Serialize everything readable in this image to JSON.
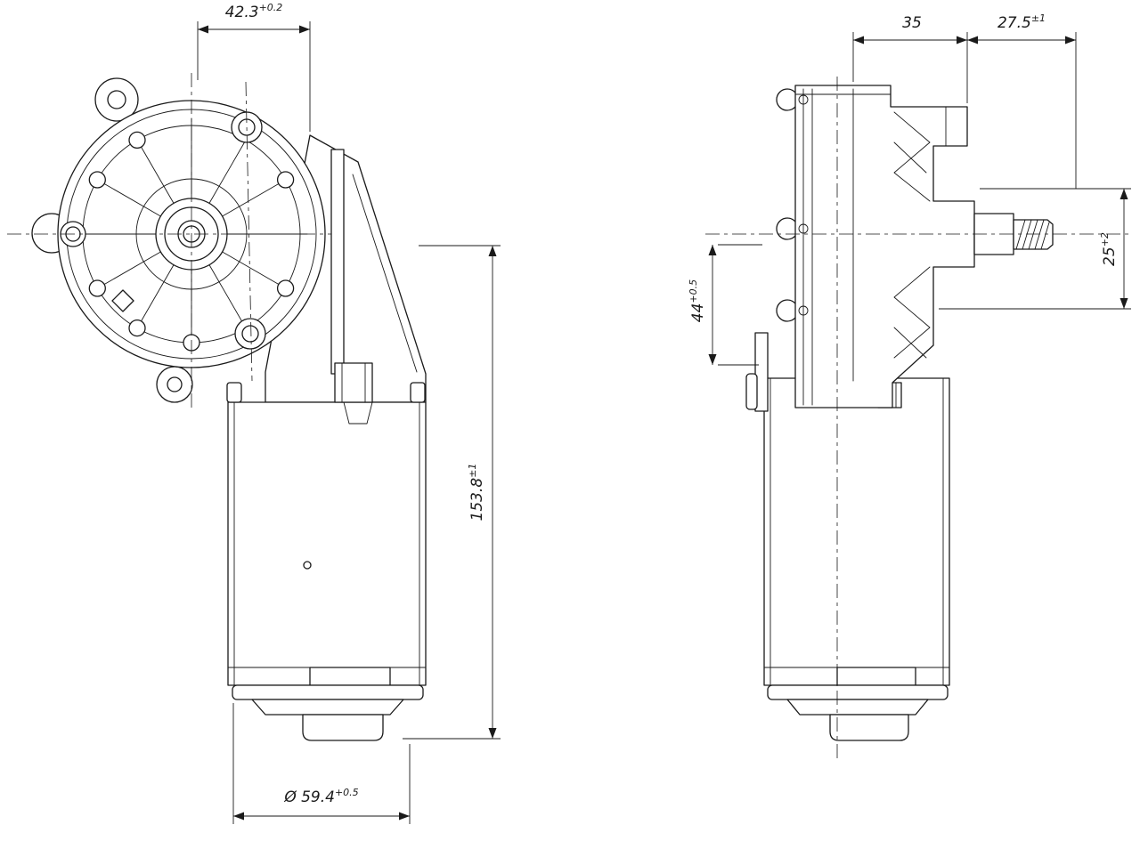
{
  "colors": {
    "line": "#1a1a1a",
    "background": "#ffffff"
  },
  "dimensions": {
    "front_width": {
      "value": "42.3",
      "tol": "+0.2"
    },
    "front_height": {
      "value": "153.8",
      "tol": "±1"
    },
    "front_diameter": {
      "value": "Ø 59.4",
      "tol": "+0.5"
    },
    "side_depth": {
      "value": "35",
      "tol": ""
    },
    "side_shaft": {
      "value": "27.5",
      "tol": "±1"
    },
    "side_shaft_height": {
      "value": "25",
      "tol": "+2"
    },
    "side_mount": {
      "value": "44",
      "tol": "+0.5"
    }
  }
}
